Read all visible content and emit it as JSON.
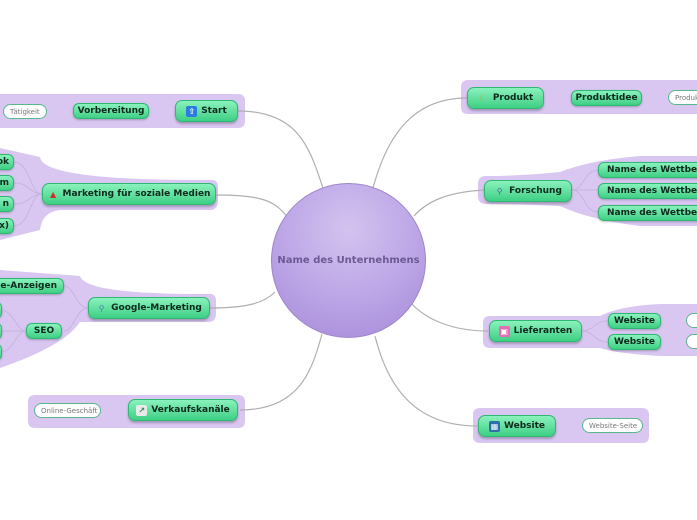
{
  "center": {
    "label": "Name des Unternehmens"
  },
  "colors": {
    "branch_bg": "#d9c7f2",
    "topic_green": "#3fcf85",
    "center_purple": "#a488d6",
    "connector": "#b0b0b0"
  },
  "branches": {
    "start": {
      "label": "Start",
      "icon": "arrow-up-icon",
      "sub": {
        "label": "Vorbereitung",
        "leaf": "Tätigkeit"
      }
    },
    "social": {
      "label": "Marketing für soziale Medien",
      "icon": "megaphone-icon",
      "items": [
        "ok",
        "m",
        "n",
        "x)"
      ]
    },
    "google": {
      "label": "Google-Marketing",
      "icon": "magnifier-icon",
      "items": [
        "le-Anzeigen",
        "SEO"
      ]
    },
    "sales": {
      "label": "Verkaufskanäle",
      "icon": "chart-icon",
      "leaf": "Online-Geschäft"
    },
    "product": {
      "label": "Produkt",
      "icon": "banana-icon",
      "sub": {
        "label": "Produktidee",
        "leaf": "Produk"
      }
    },
    "research": {
      "label": "Forschung",
      "icon": "magnifier-icon",
      "items": [
        "Name des Wettbewe",
        "Name des Wettbewe",
        "Name des Wettbewe"
      ]
    },
    "suppliers": {
      "label": "Lieferanten",
      "icon": "shopping-bag-icon",
      "items": [
        "Website",
        "Website"
      ]
    },
    "website": {
      "label": "Website",
      "icon": "web-icon",
      "leaf": "Website-Seite"
    }
  }
}
